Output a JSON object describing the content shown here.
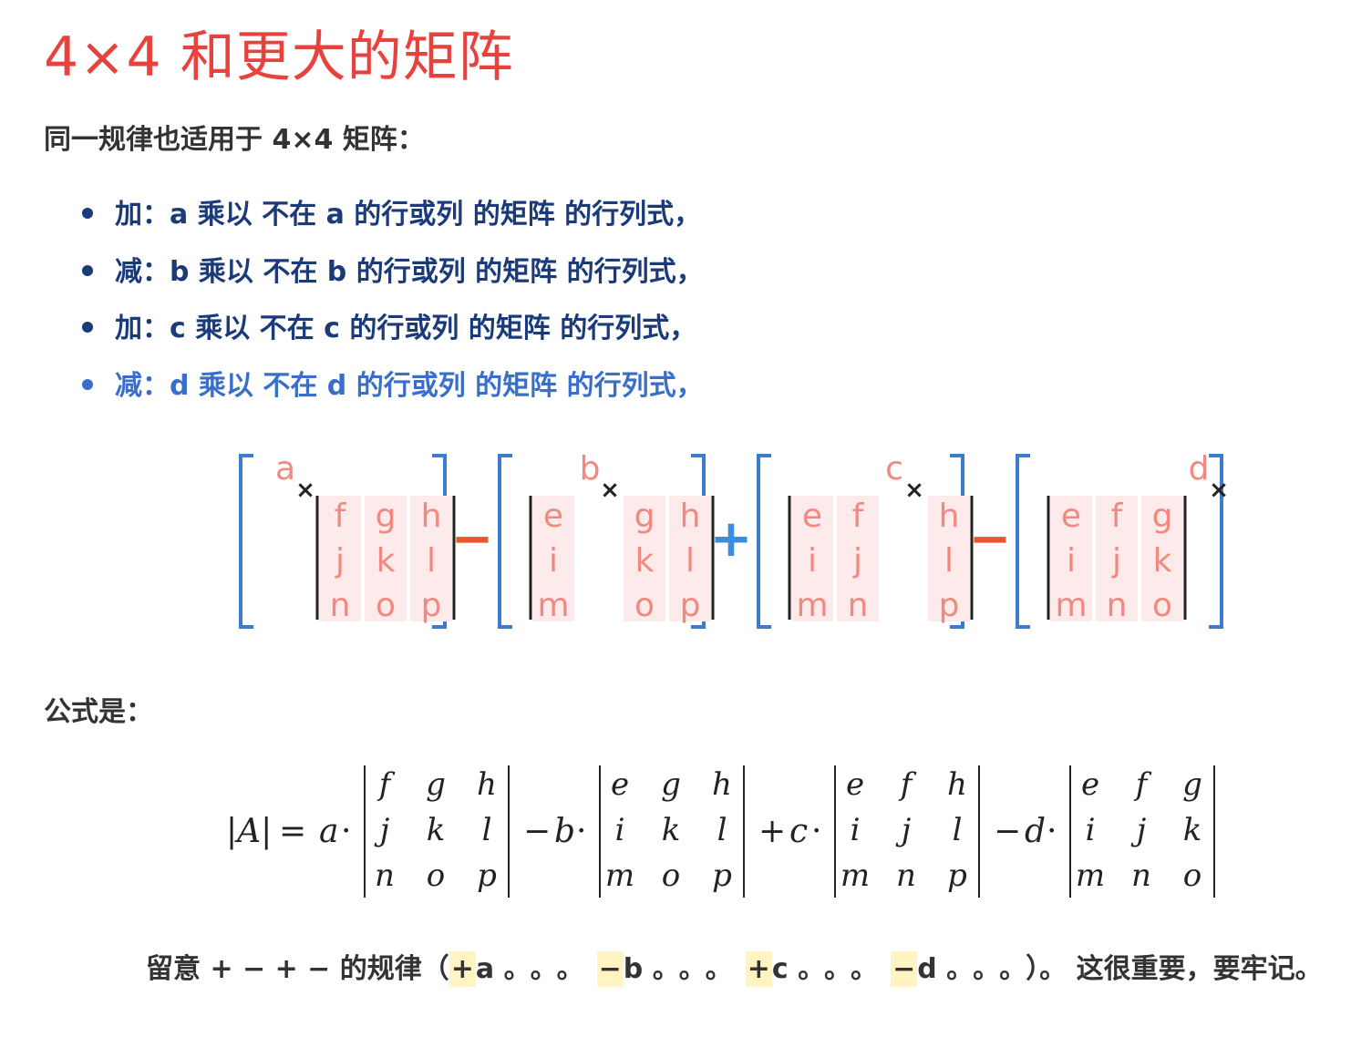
{
  "title": "4×4 和更大的矩阵",
  "intro": "同一规律也适用于 4×4 矩阵：",
  "rules": [
    "加：a 乘以 不在 a 的行或列 的矩阵 的行列式，",
    "减：b 乘以 不在 b 的行或列 的矩阵 的行列式，",
    "加：c 乘以 不在 c 的行或列 的矩阵 的行列式，",
    "减：d 乘以 不在 d 的行或列 的矩阵 的行列式，"
  ],
  "diagram": {
    "ops": [
      "-",
      "+",
      "-"
    ],
    "panels": [
      {
        "pivot": "a",
        "rows": [
          [
            "f",
            "g",
            "h"
          ],
          [
            "j",
            "k",
            "l"
          ],
          [
            "n",
            "o",
            "p"
          ]
        ]
      },
      {
        "pivot": "b",
        "rows": [
          [
            "e",
            "g",
            "h"
          ],
          [
            "i",
            "k",
            "l"
          ],
          [
            "m",
            "o",
            "p"
          ]
        ]
      },
      {
        "pivot": "c",
        "rows": [
          [
            "e",
            "f",
            "h"
          ],
          [
            "i",
            "j",
            "l"
          ],
          [
            "m",
            "n",
            "p"
          ]
        ]
      },
      {
        "pivot": "d",
        "rows": [
          [
            "e",
            "f",
            "g"
          ],
          [
            "i",
            "j",
            "k"
          ],
          [
            "m",
            "n",
            "o"
          ]
        ]
      }
    ],
    "cross": "×",
    "colors": {
      "bracket": "#3b7bd0",
      "letter": "#f08a80",
      "shade": "#fdeaea",
      "minus": "#e8582a",
      "plus": "#3b8de0",
      "cross": "#222222",
      "bar": "#222222"
    }
  },
  "formula_label": "公式是：",
  "formula": {
    "lhs": "|A|",
    "eq": "=",
    "terms": [
      {
        "sign": "",
        "coef": "a",
        "rows": [
          [
            "f",
            "g",
            "h"
          ],
          [
            "j",
            "k",
            "l"
          ],
          [
            "n",
            "o",
            "p"
          ]
        ]
      },
      {
        "sign": "−",
        "coef": "b",
        "rows": [
          [
            "e",
            "g",
            "h"
          ],
          [
            "i",
            "k",
            "l"
          ],
          [
            "m",
            "o",
            "p"
          ]
        ]
      },
      {
        "sign": "+",
        "coef": "c",
        "rows": [
          [
            "e",
            "f",
            "h"
          ],
          [
            "i",
            "j",
            "l"
          ],
          [
            "m",
            "n",
            "p"
          ]
        ]
      },
      {
        "sign": "−",
        "coef": "d",
        "rows": [
          [
            "e",
            "f",
            "g"
          ],
          [
            "i",
            "j",
            "k"
          ],
          [
            "m",
            "n",
            "o"
          ]
        ]
      }
    ],
    "dot": "·"
  },
  "note": {
    "lead": "留意 + − + − 的规律（",
    "parts": [
      {
        "hl": "+",
        "letter": "a",
        "dots": "。。。"
      },
      {
        "hl": "−",
        "letter": "b",
        "dots": "。。。"
      },
      {
        "hl": "+",
        "letter": "c",
        "dots": "。。。"
      },
      {
        "hl": "−",
        "letter": "d",
        "dots": "。。。"
      }
    ],
    "tail": "）。 这很重要，要牢记。"
  }
}
